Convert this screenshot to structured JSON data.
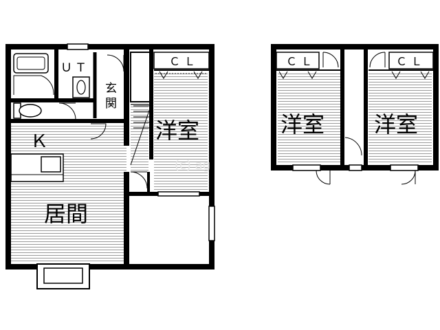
{
  "floor1": {
    "ut": "ＵＴ",
    "genkan": "玄関",
    "kitchen": "Ｋ",
    "living": "居間",
    "western_room": "洋室",
    "closet": "ＣＬ"
  },
  "floor2": {
    "room_left": "洋室",
    "room_right": "洋室",
    "closet_left": "ＣＬ",
    "closet_right": "ＣＬ"
  },
  "watermark": "(c) ag"
}
